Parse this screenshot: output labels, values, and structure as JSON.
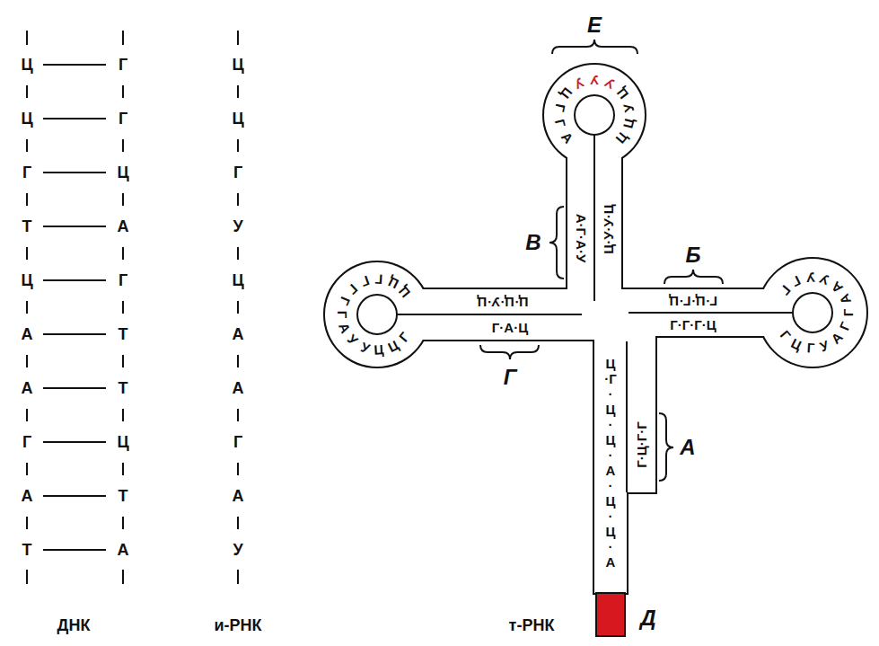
{
  "diagram": {
    "labels": [
      "Ц",
      "Ц",
      "Г",
      "Т",
      "Ц",
      "А",
      "А",
      "Г",
      "А",
      "Т",
      "Г",
      "Г",
      "Ц",
      "А",
      "Г",
      "Т",
      "Т",
      "Ц",
      "Т",
      "А",
      "Ц",
      "Ц",
      "Г",
      "У",
      "Ц",
      "А",
      "А",
      "Г",
      "А",
      "У",
      "ДНК",
      "и-РНК",
      "т-РНК",
      "Е",
      "В",
      "Б",
      "Г",
      "А",
      "Д",
      "А·Г·А·У",
      "Ц·У·У·Ц",
      "Ц·Ц·У·Ц",
      "Г·А·Ц",
      "Г·Ц·Г·Ц",
      "Г·Г·Г·Ц",
      "Ц·Г·Ц·Ц·А·Ц·Ц·А",
      "Г·Ц·Г·Г",
      "А",
      "Г",
      "Г",
      "Ц",
      "У",
      "У",
      "У",
      "Ц",
      "У",
      "Ц",
      "Ц",
      "Г",
      "Ц",
      "Ц",
      "У",
      "У",
      "А",
      "Г",
      "Г",
      "Г",
      "Г",
      "Г",
      "Ц",
      "Ц",
      "Г",
      "Г",
      "У",
      "У",
      "А",
      "А",
      "Г",
      "Г",
      "А",
      "У",
      "Г",
      "Ц",
      "Г"
    ]
  }
}
